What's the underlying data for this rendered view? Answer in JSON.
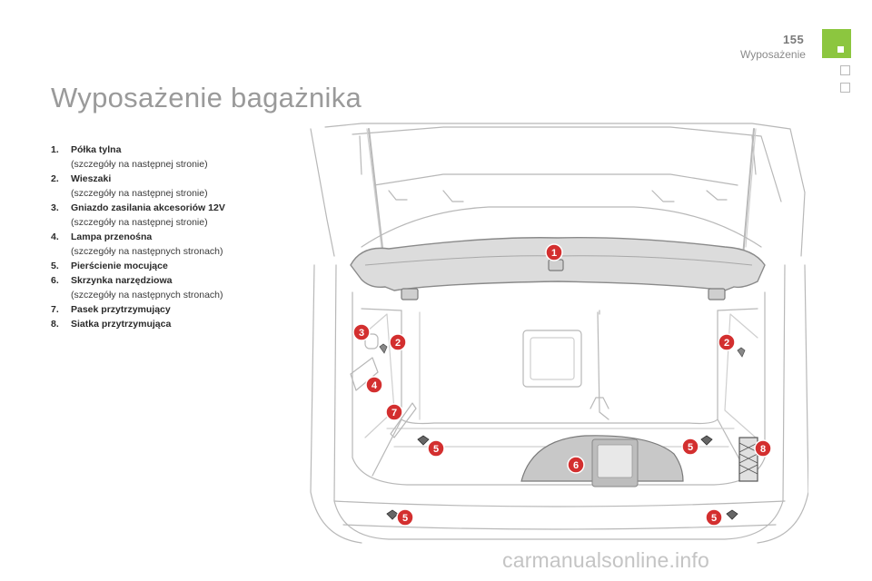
{
  "header": {
    "page_number": "155",
    "section": "Wyposażenie"
  },
  "page_title": "Wyposażenie bagażnika",
  "items": [
    {
      "num": "1.",
      "title": "Półka tylna",
      "note": "(szczegóły na następnej stronie)"
    },
    {
      "num": "2.",
      "title": "Wieszaki",
      "note": "(szczegóły na następnej stronie)"
    },
    {
      "num": "3.",
      "title": "Gniazdo zasilania akcesoriów 12V",
      "note": "(szczegóły na następnej stronie)"
    },
    {
      "num": "4.",
      "title": "Lampa przenośna",
      "note": "(szczegóły na następnych stronach)"
    },
    {
      "num": "5.",
      "title": "Pierścienie mocujące",
      "note": ""
    },
    {
      "num": "6.",
      "title": "Skrzynka narzędziowa",
      "note": "(szczegóły na następnych stronach)"
    },
    {
      "num": "7.",
      "title": "Pasek przytrzymujący",
      "note": ""
    },
    {
      "num": "8.",
      "title": "Siatka przytrzymująca",
      "note": ""
    }
  ],
  "callouts": [
    "1",
    "2",
    "2",
    "3",
    "4",
    "5",
    "5",
    "5",
    "5",
    "6",
    "7",
    "8"
  ],
  "watermark": "carmanualsonline.info",
  "colors": {
    "accent": "#8cc63f",
    "callout": "#d32f2f",
    "line": "#9a9a9a"
  }
}
